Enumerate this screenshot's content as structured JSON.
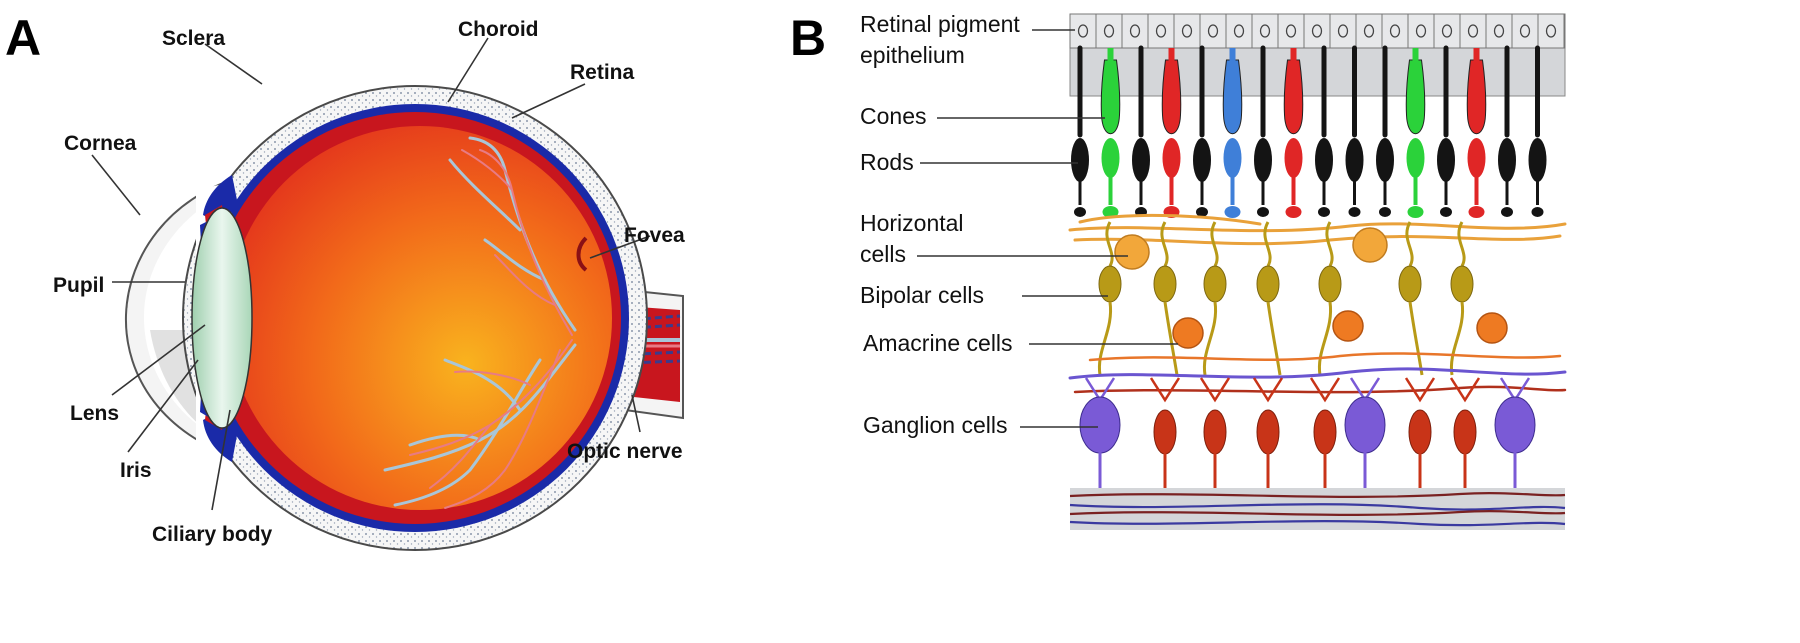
{
  "panels": {
    "a": {
      "letter": "A",
      "labels": {
        "sclera": "Sclera",
        "choroid": "Choroid",
        "retina": "Retina",
        "cornea": "Cornea",
        "fovea": "Fovea",
        "pupil": "Pupil",
        "lens": "Lens",
        "iris": "Iris",
        "optic_nerve": "Optic nerve",
        "ciliary_body": "Ciliary body"
      }
    },
    "b": {
      "letter": "B",
      "labels": {
        "rpe_line1": "Retinal pigment",
        "rpe_line2": "epithelium",
        "cones": "Cones",
        "rods": "Rods",
        "horizontal_line1": "Horizontal",
        "horizontal_line2": "cells",
        "bipolar": "Bipolar cells",
        "amacrine": "Amacrine cells",
        "ganglion": "Ganglion cells"
      }
    }
  },
  "colors": {
    "sclera_fill": "#f4f4f4",
    "choroid": "#1a2aa8",
    "retina": "#c8161e",
    "vitreous_inner": "#f7a21b",
    "vitreous_outer": "#e5371c",
    "lens": "#bfe2c6",
    "vessel_blue": "#a9c6d8",
    "vessel_red": "#e87b84",
    "rod": "#141414",
    "cone_green": "#2bd23a",
    "cone_red": "#e02626",
    "cone_blue": "#3f7fd8",
    "horizontal_cell": "#f2a73a",
    "bipolar_cell": "#b89a17",
    "amacrine_cell": "#ee7a22",
    "ganglion_purple": "#7a5ad6",
    "ganglion_red": "#c83418",
    "rpe_gray": "#d4d6d9"
  }
}
